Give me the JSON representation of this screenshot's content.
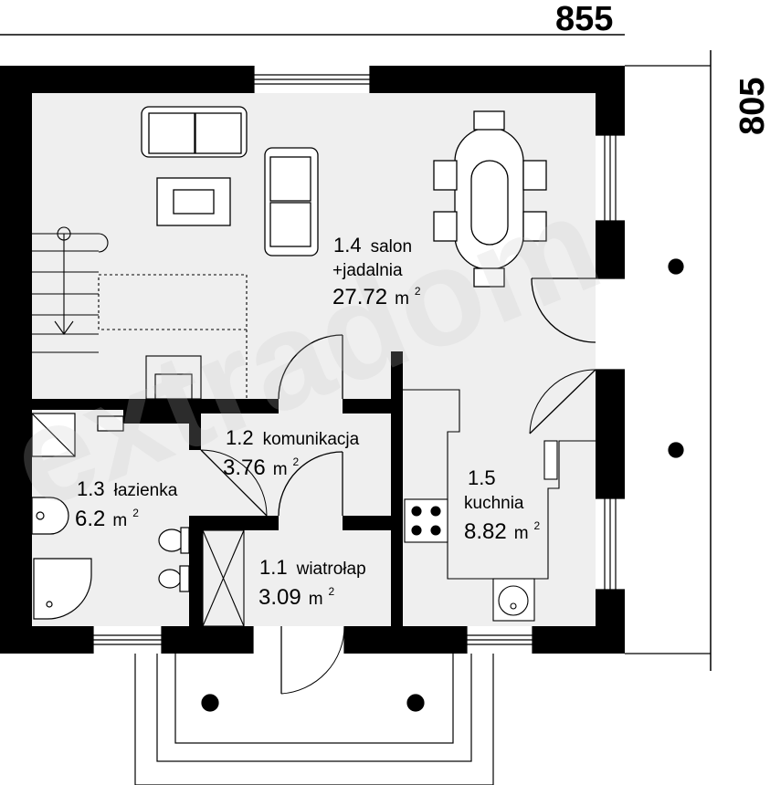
{
  "dimensions": {
    "width_label": "855",
    "depth_label": "805"
  },
  "watermark": {
    "text": "extradom"
  },
  "rooms": [
    {
      "id": "1.1",
      "name": "wiatrołap",
      "area": "3.09",
      "unit": "m",
      "exp": "2"
    },
    {
      "id": "1.2",
      "name": "komunikacja",
      "area": "3.76",
      "unit": "m",
      "exp": "2"
    },
    {
      "id": "1.3",
      "name": "łazienka",
      "area": "6.2",
      "unit": "m",
      "exp": "2"
    },
    {
      "id": "1.4",
      "name": "salon",
      "name2": "+jadalnia",
      "area": "27.72",
      "unit": "m",
      "exp": "2"
    },
    {
      "id": "1.5",
      "name": "kuchnia",
      "area": "8.82",
      "unit": "m",
      "exp": "2"
    }
  ]
}
